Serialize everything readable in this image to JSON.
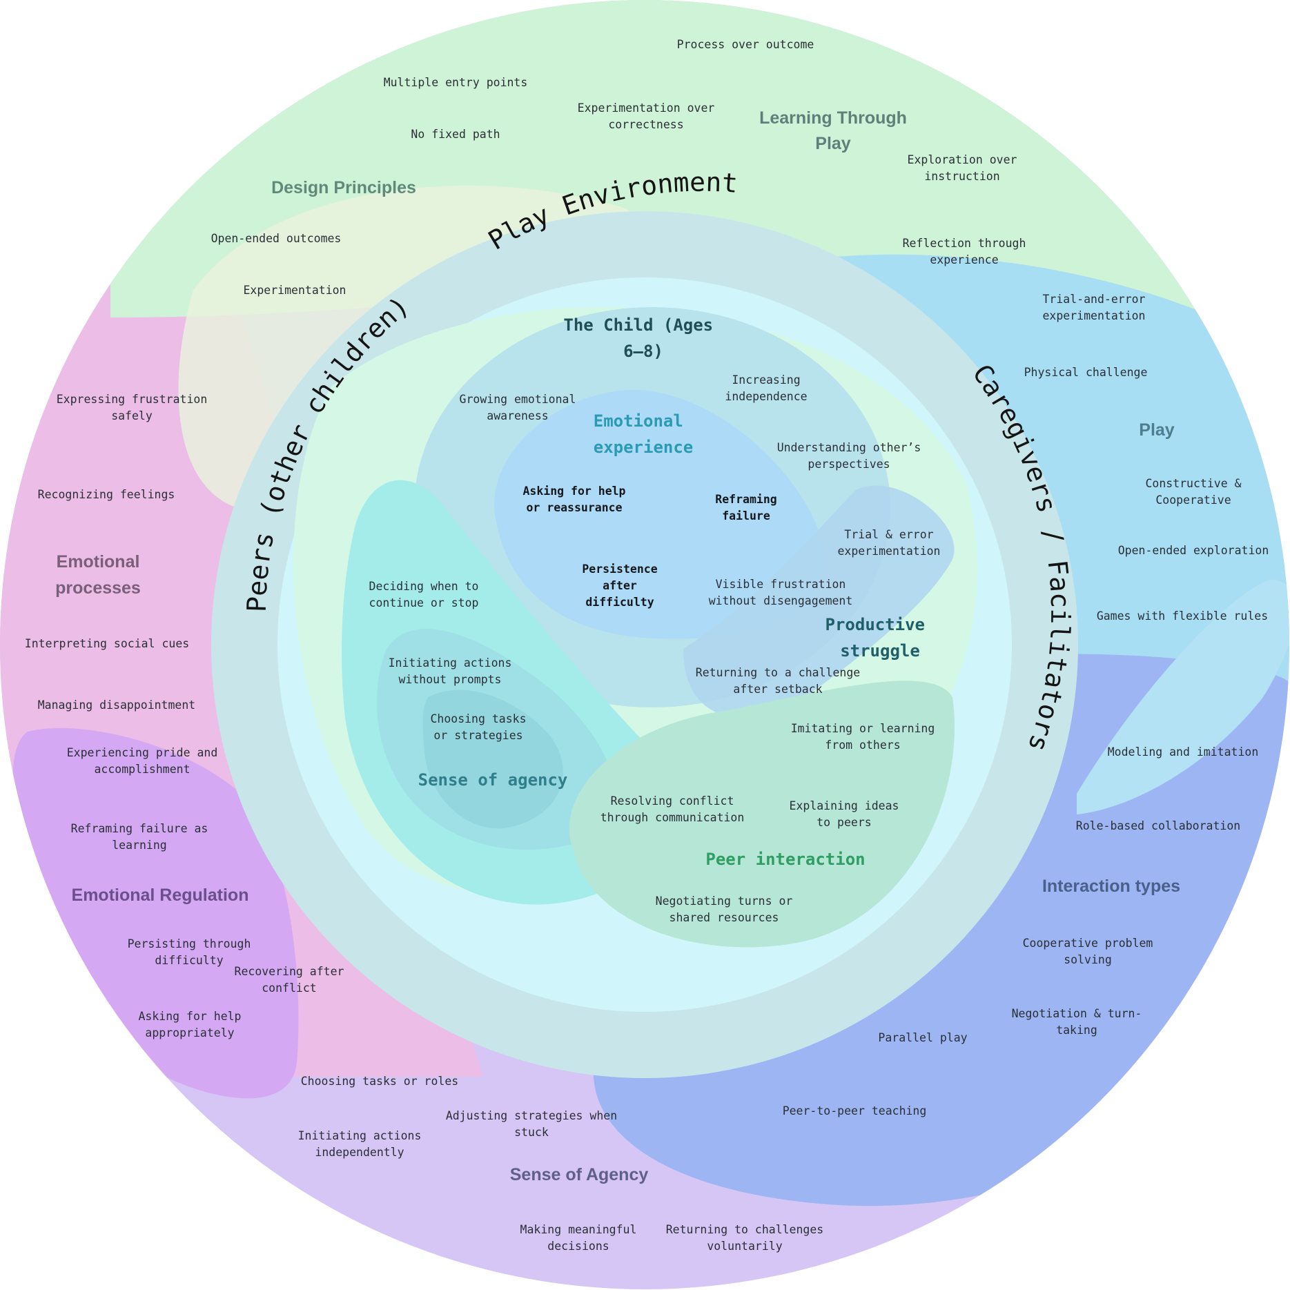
{
  "diagram": {
    "ring_labels": {
      "top": "Play Environment",
      "left": "Peers (other children)",
      "right": "Caregivers / Facilitators"
    },
    "core": {
      "title_line1": "The Child (Ages",
      "title_line2": "6–8)"
    },
    "inner_regions": {
      "emotional_experience": {
        "line1": "Emotional",
        "line2": "experience"
      },
      "productive_struggle": {
        "line1": "Productive",
        "line2": "struggle"
      },
      "sense_of_agency": {
        "line1": "Sense of agency"
      },
      "peer_interaction": {
        "line1": "Peer interaction"
      }
    },
    "inner_notes": {
      "growing_awareness": {
        "line1": "Growing emotional",
        "line2": "awareness"
      },
      "increasing_independence": {
        "line1": "Increasing",
        "line2": "independence"
      },
      "understanding_perspectives": {
        "line1": "Understanding other’s",
        "line2": "perspectives"
      },
      "asking_help": {
        "line1": "Asking for help",
        "line2": "or reassurance"
      },
      "reframing_failure": {
        "line1": "Reframing",
        "line2": "failure"
      },
      "trial_error": {
        "line1": "Trial & error",
        "line2": "experimentation"
      },
      "persistence": {
        "line1": "Persistence",
        "line2": "after",
        "line3": "difficulty"
      },
      "visible_frustration": {
        "line1": "Visible frustration",
        "line2": "without disengagement"
      },
      "deciding": {
        "line1": "Deciding when to",
        "line2": "continue or stop"
      },
      "initiating": {
        "line1": "Initiating actions",
        "line2": "without prompts"
      },
      "returning": {
        "line1": "Returning to a challenge",
        "line2": "after setback"
      },
      "choosing": {
        "line1": "Choosing tasks",
        "line2": "or strategies"
      },
      "imitating": {
        "line1": "Imitating or learning",
        "line2": "from others"
      },
      "resolving": {
        "line1": "Resolving conflict",
        "line2": "through communication"
      },
      "explaining": {
        "line1": "Explaining ideas",
        "line2": "to peers"
      },
      "negotiating": {
        "line1": "Negotiating turns or",
        "line2": "shared resources"
      }
    },
    "outer_regions": {
      "design": {
        "line1": "Design Principles"
      },
      "learning": {
        "line1": "Learning Through",
        "line2": "Play"
      },
      "play": {
        "line1": "Play"
      },
      "emotional_processes": {
        "line1": "Emotional",
        "line2": "processes"
      },
      "emotional_regulation": {
        "line1": "Emotional Regulation"
      },
      "interaction_types": {
        "line1": "Interaction types"
      },
      "sense_agency": {
        "line1": "Sense of Agency"
      }
    },
    "outer_notes": {
      "process_outcome": {
        "line1": "Process over outcome"
      },
      "multiple_entry": {
        "line1": "Multiple entry points"
      },
      "experimentation_correctness": {
        "line1": "Experimentation over",
        "line2": "correctness"
      },
      "no_fixed_path": {
        "line1": "No fixed path"
      },
      "exploration_instruction": {
        "line1": "Exploration over",
        "line2": "instruction"
      },
      "open_ended_outcomes": {
        "line1": "Open-ended outcomes"
      },
      "reflection": {
        "line1": "Reflection through",
        "line2": "experience"
      },
      "experimentation": {
        "line1": "Experimentation"
      },
      "trial_and_error": {
        "line1": "Trial-and-error",
        "line2": "experimentation"
      },
      "physical_challenge": {
        "line1": "Physical challenge"
      },
      "expressing_frustration": {
        "line1": "Expressing frustration",
        "line2": "safely"
      },
      "constructive": {
        "line1": "Constructive &",
        "line2": "Cooperative"
      },
      "recognizing": {
        "line1": "Recognizing feelings"
      },
      "open_exploration": {
        "line1": "Open-ended exploration"
      },
      "games_flexible": {
        "line1": "Games with flexible rules"
      },
      "social_cues": {
        "line1": "Interpreting social cues"
      },
      "disappointment": {
        "line1": "Managing disappointment"
      },
      "pride": {
        "line1": "Experiencing pride and",
        "line2": "accomplishment"
      },
      "modeling": {
        "line1": "Modeling and imitation"
      },
      "reframing_learning": {
        "line1": "Reframing failure as",
        "line2": "learning"
      },
      "role_based": {
        "line1": "Role-based collaboration"
      },
      "cooperative_problem": {
        "line1": "Cooperative problem",
        "line2": "solving"
      },
      "persisting": {
        "line1": "Persisting through",
        "line2": "difficulty"
      },
      "recovering": {
        "line1": "Recovering after",
        "line2": "conflict"
      },
      "asking_appropriately": {
        "line1": "Asking for help",
        "line2": "appropriately"
      },
      "negotiation_turn": {
        "line1": "Negotiation & turn-",
        "line2": "taking"
      },
      "parallel_play": {
        "line1": "Parallel play"
      },
      "choosing_roles": {
        "line1": "Choosing tasks or roles"
      },
      "peer_teaching": {
        "line1": "Peer-to-peer teaching"
      },
      "adjusting": {
        "line1": "Adjusting strategies when",
        "line2": "stuck"
      },
      "initiating_indep": {
        "line1": "Initiating actions",
        "line2": "independently"
      },
      "meaningful": {
        "line1": "Making meaningful",
        "line2": "decisions"
      },
      "returning_voluntarily": {
        "line1": "Returning to challenges",
        "line2": "voluntarily"
      }
    },
    "colors": {
      "outer_green": "#cff3d6",
      "outer_pink": "#ecbde6",
      "outer_lavender": "#d5c6f5",
      "outer_blue": "#a8def3",
      "interaction_blue": "#9db5f2",
      "regulation_violet": "#d4a8f3",
      "ring": "#c8e6ea",
      "core_bg": "#d0f6fb",
      "title_dark": "#1f4e57",
      "emotional_teal": "#2a9bb3",
      "agency_teal": "#2f7e8a",
      "peer_green": "#2f9e63",
      "outer_label_gray": "#5f7a7c"
    }
  }
}
